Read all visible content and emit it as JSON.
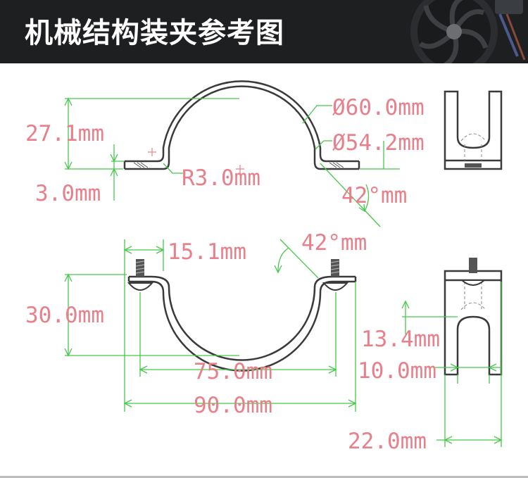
{
  "header": {
    "title": "机械结构装夹参考图"
  },
  "colors": {
    "dimension_line": "#45c84a",
    "dimension_text": "#e7808a",
    "part_outline": "#3a3a3a"
  },
  "dimensions": {
    "outer_diameter": "Ø60.0mm",
    "inner_diameter": "Ø54.2mm",
    "height_top": "27.1mm",
    "thickness": "3.0mm",
    "bend_radius": "R3.0mm",
    "angle_top": "42°mm",
    "flange_offset": "15.1mm",
    "angle_bottom": "42°mm",
    "height_bottom": "30.0mm",
    "hole_spacing": "75.0mm",
    "total_width": "90.0mm",
    "slot_depth": "13.4mm",
    "slot_width": "10.0mm",
    "side_width": "22.0mm"
  }
}
